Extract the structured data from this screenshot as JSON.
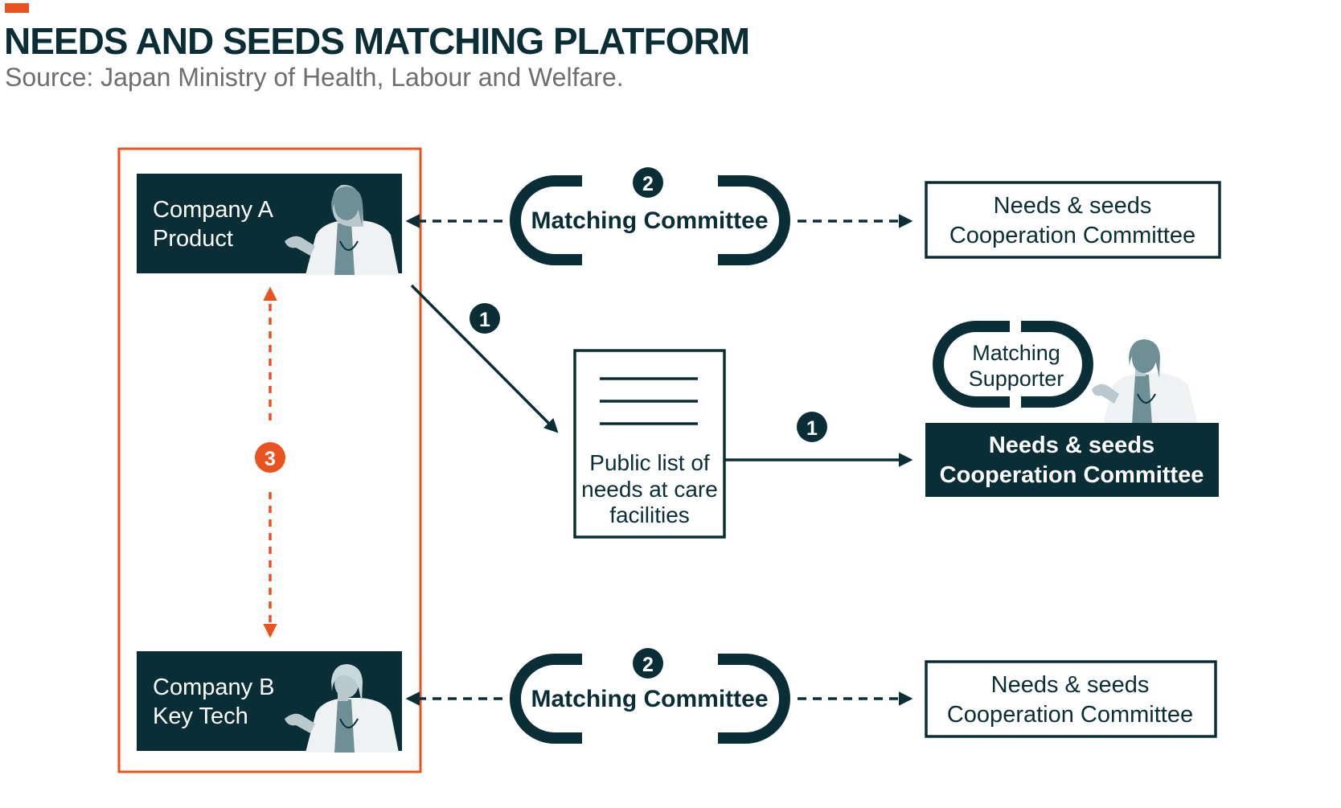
{
  "header": {
    "title": "NEEDS AND SEEDS MATCHING PLATFORM",
    "subtitle": "Source: Japan Ministry of Health, Labour and Welfare."
  },
  "company_a": {
    "line1": "Company A",
    "line2": "Product"
  },
  "company_b": {
    "line1": "Company B",
    "line2": "Key Tech"
  },
  "matching_committee_top": {
    "label": "Matching Committee",
    "step": "2"
  },
  "matching_committee_bottom": {
    "label": "Matching Committee",
    "step": "2"
  },
  "cooperation_top": {
    "line1": "Needs & seeds",
    "line2": "Cooperation Committee"
  },
  "cooperation_middle": {
    "line1": "Needs & seeds",
    "line2": "Cooperation Committee"
  },
  "cooperation_bottom": {
    "line1": "Needs & seeds",
    "line2": "Cooperation Committee"
  },
  "public_list": {
    "line1": "Public list of",
    "line2": "needs at care",
    "line3": "facilities"
  },
  "matching_supporter": {
    "line1": "Matching",
    "line2": "Supporter"
  },
  "steps": {
    "diagonal": "1",
    "horizontal": "1",
    "vertical": "3"
  },
  "colors": {
    "dark": "#0a2e36",
    "orange": "#e8531f",
    "figure": "#6f8f97",
    "white": "#ffffff"
  }
}
